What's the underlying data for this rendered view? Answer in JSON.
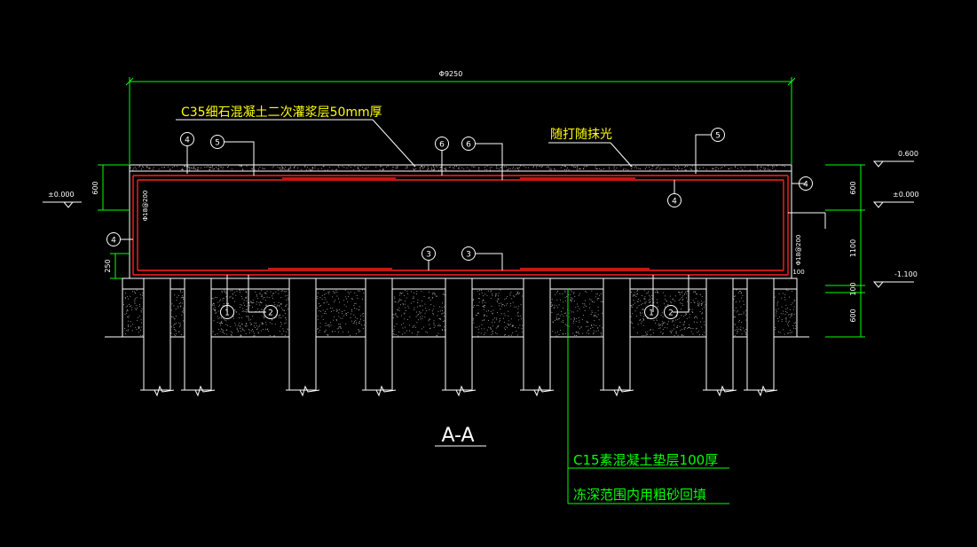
{
  "colors": {
    "background": "#000000",
    "structure": "#ffffff",
    "rebar": "#ff2020",
    "dimension": "#00ff00",
    "annotation": "#ffff00",
    "leader": "#ffffff"
  },
  "title": "A-A",
  "dimensions": {
    "overall_width": "Φ9250",
    "left_600": "600",
    "left_250": "250",
    "right_600": "600",
    "right_1100": "1100",
    "right_100": "100",
    "right_600b": "600",
    "edge_100": "100"
  },
  "levels": {
    "left_zero": "±0.000",
    "right_top": "0.600",
    "right_zero": "±0.000",
    "right_bottom": "-1.100"
  },
  "notes": {
    "top_screed": "C35细石混凝土二次灌浆层50mm厚",
    "finish": "随打随抹光",
    "cushion": "C15素混凝土垫层100厚",
    "backfill": "冻深范围内用粗砂回填"
  },
  "rebar_labels": {
    "left_wall": "Φ18@200",
    "right_wall": "Φ18@200"
  },
  "markers": {
    "m4": "4",
    "m5": "5",
    "m6": "6",
    "m3": "3",
    "m1": "1",
    "m2": "2"
  }
}
